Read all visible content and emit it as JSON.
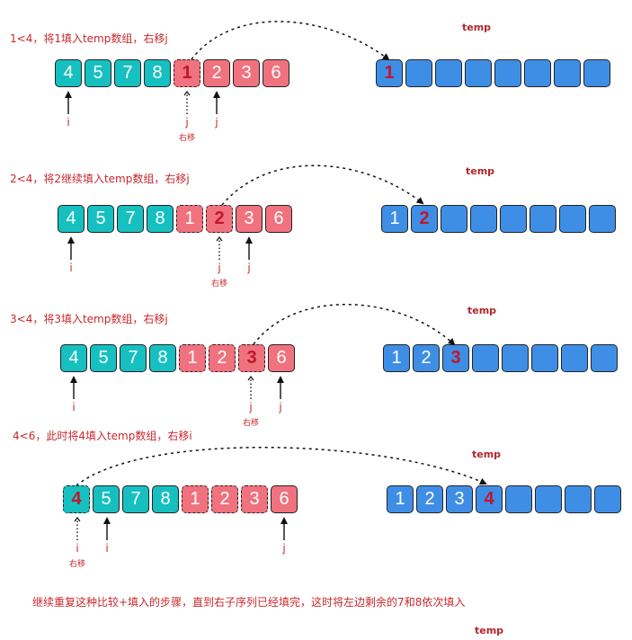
{
  "temp_label": "temp",
  "move_note": "右移",
  "ptr_i": "i",
  "ptr_j": "j",
  "steps": [
    {
      "caption": "1<4，将1填入temp数组，右移j",
      "left": [
        "4",
        "5",
        "7",
        "8"
      ],
      "right": [
        "1",
        "2",
        "3",
        "6"
      ],
      "temp": [
        "1",
        "",
        "",
        "",
        "",
        "",
        "",
        ""
      ]
    },
    {
      "caption": "2<4，将2继续填入temp数组，右移j",
      "left": [
        "4",
        "5",
        "7",
        "8"
      ],
      "right": [
        "1",
        "2",
        "3",
        "6"
      ],
      "temp": [
        "1",
        "2",
        "",
        "",
        "",
        "",
        "",
        ""
      ]
    },
    {
      "caption": "3<4，将3填入temp数组，右移j",
      "left": [
        "4",
        "5",
        "7",
        "8"
      ],
      "right": [
        "1",
        "2",
        "3",
        "6"
      ],
      "temp": [
        "1",
        "2",
        "3",
        "",
        "",
        "",
        "",
        ""
      ]
    },
    {
      "caption": "4<6，此时将4填入temp数组，右移i",
      "left": [
        "4",
        "5",
        "7",
        "8"
      ],
      "right": [
        "1",
        "2",
        "3",
        "6"
      ],
      "temp": [
        "1",
        "2",
        "3",
        "4",
        "",
        "",
        "",
        ""
      ]
    }
  ],
  "footer": "继续重复这种比较+填入的步骤，直到右子序列已经填完，这时将左边剩余的7和8依次填入",
  "colors": {
    "left_cells": "#17c0c0",
    "right_cells": "#f0727e",
    "temp_cells": "#3f8ee6",
    "highlight_text": "#c0172a",
    "caption_text": "#c8282d"
  }
}
